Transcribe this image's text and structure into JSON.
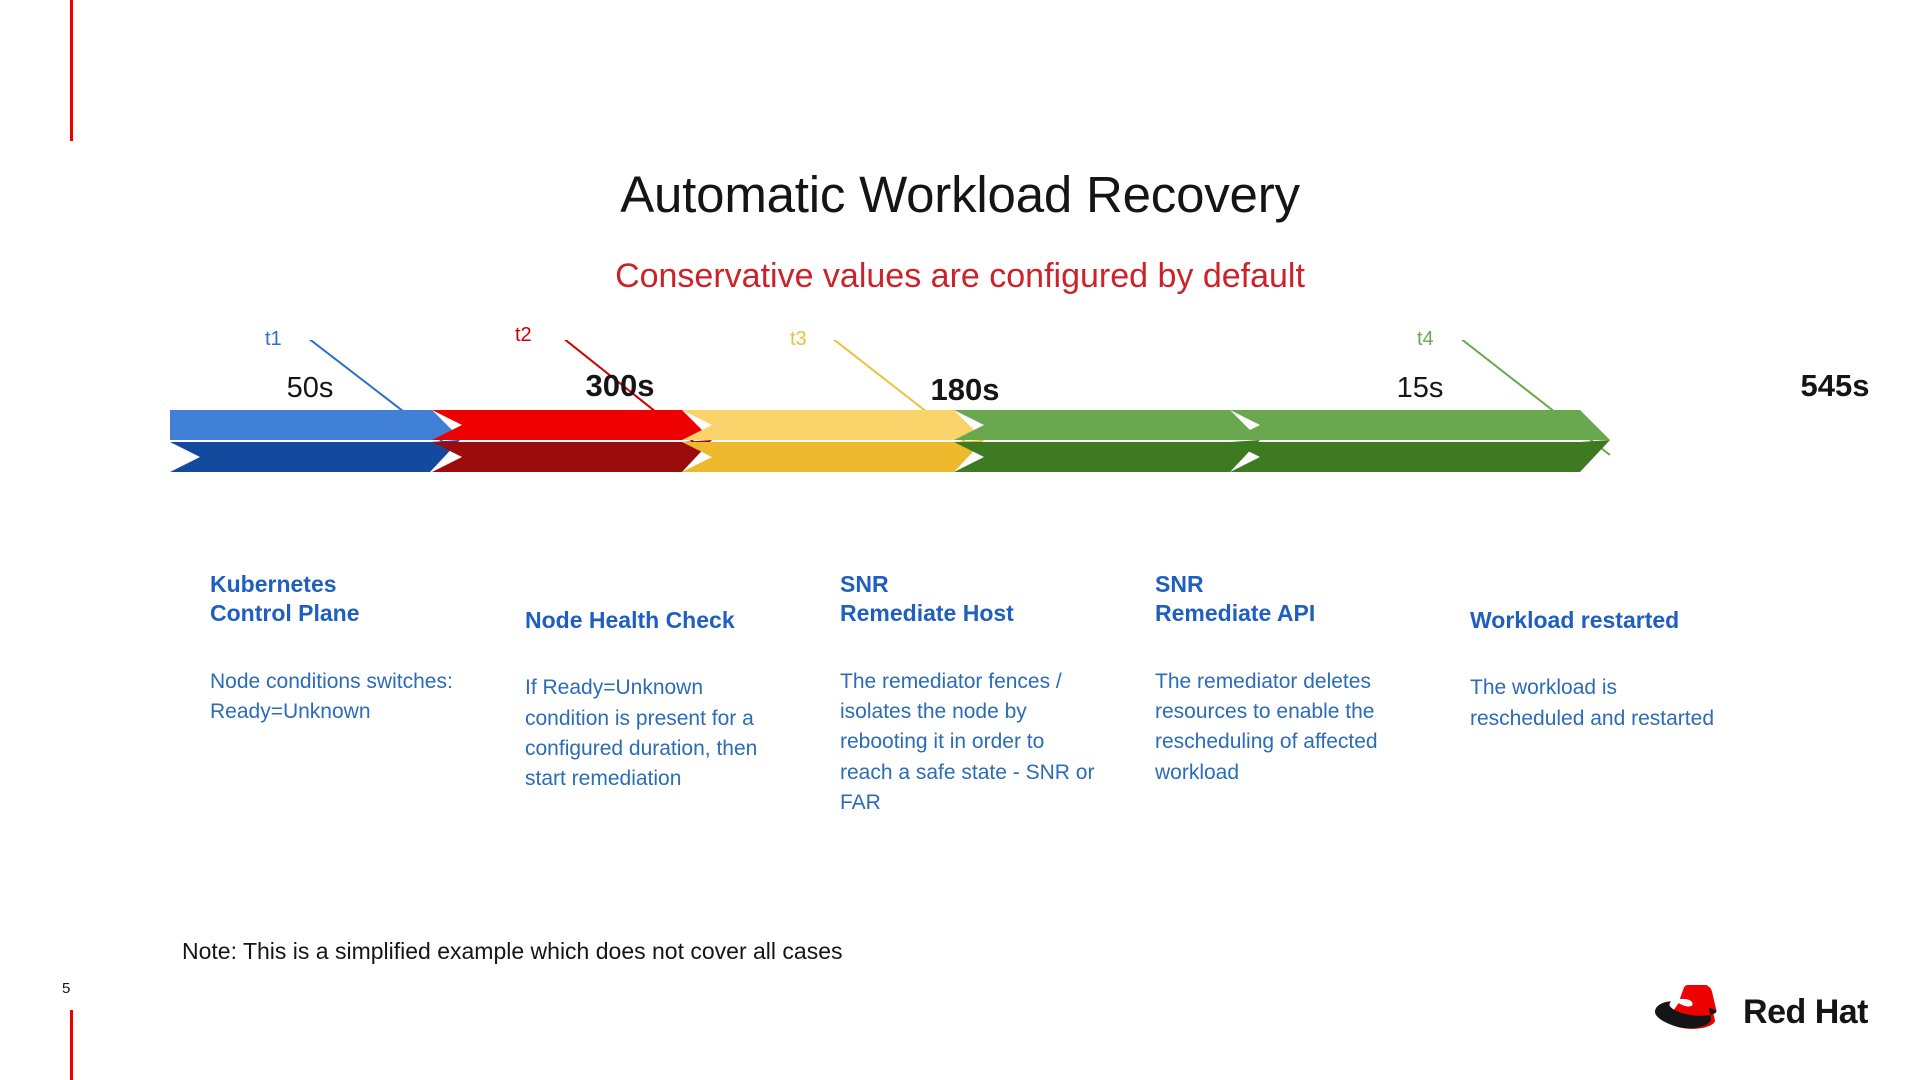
{
  "slide": {
    "title": "Automatic Workload Recovery",
    "subtitle": "Conservative values are configured by default",
    "note": "Note: This is a simplified example which does not cover all cases",
    "page_number": "5",
    "brand": "Red Hat"
  },
  "colors": {
    "accent_red": "#e00000",
    "subtitle_red": "#cc2229",
    "heading_blue": "#1f5fbf",
    "body_blue": "#2b6cb8",
    "seg_blue_light": "#3f7fd6",
    "seg_blue_dark": "#134a9e",
    "seg_red_light": "#ee0000",
    "seg_red_dark": "#9c0c0c",
    "seg_yellow_light": "#fad46b",
    "seg_yellow_dark": "#efb92e",
    "seg_green_light": "#6aa84f",
    "seg_green_dark": "#3d7a22"
  },
  "timeline": {
    "ticks": [
      {
        "id": "t1",
        "label": "t1",
        "color": "#2f6fc8"
      },
      {
        "id": "t2",
        "label": "t2",
        "color": "#cc0000"
      },
      {
        "id": "t3",
        "label": "t3",
        "color": "#e8c338"
      },
      {
        "id": "t4",
        "label": "t4",
        "color": "#6aa84f"
      }
    ],
    "durations": [
      {
        "label": "50s",
        "emphasis": "normal"
      },
      {
        "label": "300s",
        "emphasis": "bold"
      },
      {
        "label": "180s",
        "emphasis": "bold"
      },
      {
        "label": "15s",
        "emphasis": "normal"
      },
      {
        "label": "545s",
        "emphasis": "bold"
      }
    ]
  },
  "stages": [
    {
      "heading": "Kubernetes\nControl Plane",
      "body": "Node conditions switches: Ready=Unknown"
    },
    {
      "heading": "Node Health Check",
      "body": "If Ready=Unknown condition is present for a configured duration, then start remediation"
    },
    {
      "heading": "SNR\nRemediate Host",
      "body": "The remediator fences / isolates the node by rebooting it in order to reach a safe state - SNR or FAR"
    },
    {
      "heading": "SNR\nRemediate API",
      "body": "The remediator deletes resources to enable the rescheduling of affected workload"
    },
    {
      "heading": "Workload restarted",
      "body": "The workload is rescheduled and restarted"
    }
  ],
  "chart_data": {
    "type": "timeline",
    "title": "Automatic Workload Recovery",
    "subtitle": "Conservative values are configured by default",
    "unit": "seconds",
    "segments": [
      {
        "name": "Kubernetes Control Plane",
        "duration_label": "50s",
        "duration": 50,
        "color": "#3f7fd6",
        "end_marker": "t1"
      },
      {
        "name": "Node Health Check",
        "duration_label": "300s",
        "duration": 300,
        "color": "#ee0000",
        "end_marker": "t2"
      },
      {
        "name": "SNR Remediate Host",
        "duration_label": "180s",
        "duration": 180,
        "color": "#fad46b",
        "end_marker": "t3"
      },
      {
        "name": "SNR Remediate API",
        "duration_label": "15s",
        "duration": 15,
        "color": "#6aa84f",
        "end_marker": null
      },
      {
        "name": "Workload restarted",
        "duration_label": "545s",
        "duration": 545,
        "color": "#6aa84f",
        "end_marker": "t4"
      }
    ],
    "markers": [
      "t1",
      "t2",
      "t3",
      "t4"
    ],
    "total_label": "545s",
    "annotation": "Note: This is a simplified example which does not cover all cases"
  }
}
